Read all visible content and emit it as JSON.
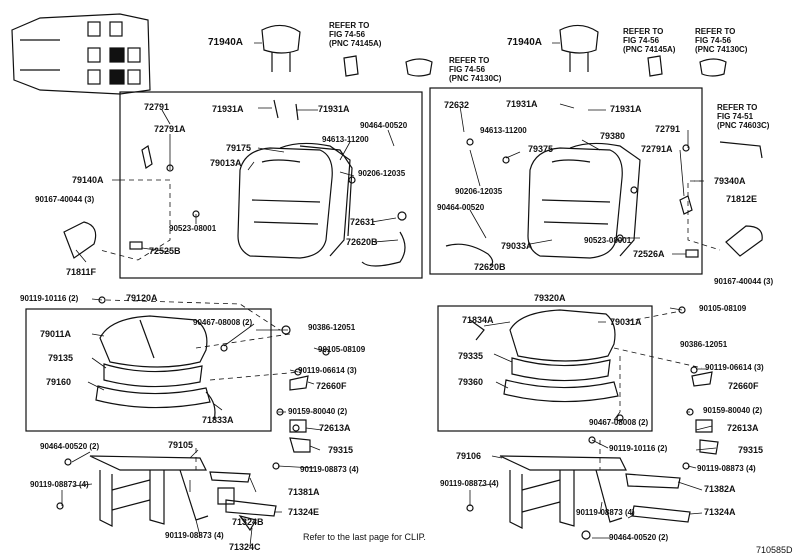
{
  "diagram_id": "710585D",
  "footer_note": "Refer to the last page for CLIP.",
  "refs": [
    {
      "text": "REFER TO\nFIG 74-56\n(PNC 74145A)"
    },
    {
      "text": "REFER TO\nFIG 74-56\n(PNC 74130C)"
    },
    {
      "text": "REFER TO\nFIG 74-56\n(PNC 74145A)"
    },
    {
      "text": "REFER TO\nFIG 74-56\n(PNC 74130C)"
    },
    {
      "text": "REFER TO\nFIG 74-51\n(PNC 74603C)"
    }
  ],
  "labels": [
    "71940A",
    "71940A",
    "72791",
    "72791A",
    "71931A",
    "71931A",
    "94613-11200",
    "90464-00520",
    "79175",
    "79013A",
    "90206-12035",
    "79140A",
    "90167-40044 (3)",
    "90523-08001",
    "72631",
    "72620B",
    "72525B",
    "71811F",
    "72632",
    "71931A",
    "71931A",
    "94613-11200",
    "79380",
    "79375",
    "72791",
    "72791A",
    "90206-12035",
    "79340A",
    "90464-00520",
    "71812E",
    "79033A",
    "90523-08001",
    "72526A",
    "72620B",
    "90167-40044 (3)",
    "90119-10116 (2)",
    "79120A",
    "79011A",
    "79135",
    "79160",
    "90467-08008 (2)",
    "90386-12051",
    "90105-08109",
    "90119-06614 (3)",
    "72660F",
    "71833A",
    "90159-80040 (2)",
    "72613A",
    "79315",
    "90119-08873 (4)",
    "79320A",
    "90105-08109",
    "71834A",
    "79031A",
    "79335",
    "79360",
    "90386-12051",
    "90119-06614 (3)",
    "72660F",
    "90467-08008 (2)",
    "90159-80040 (2)",
    "72613A",
    "90119-10116 (2)",
    "79315",
    "90119-08873 (4)",
    "90464-00520 (2)",
    "79105",
    "90119-08873 (4)",
    "71381A",
    "71324E",
    "71324B",
    "90119-08873 (4)",
    "71324C",
    "79106",
    "90119-08873 (4)",
    "71382A",
    "90119-08873 (4)",
    "71324A",
    "90464-00520 (2)"
  ]
}
